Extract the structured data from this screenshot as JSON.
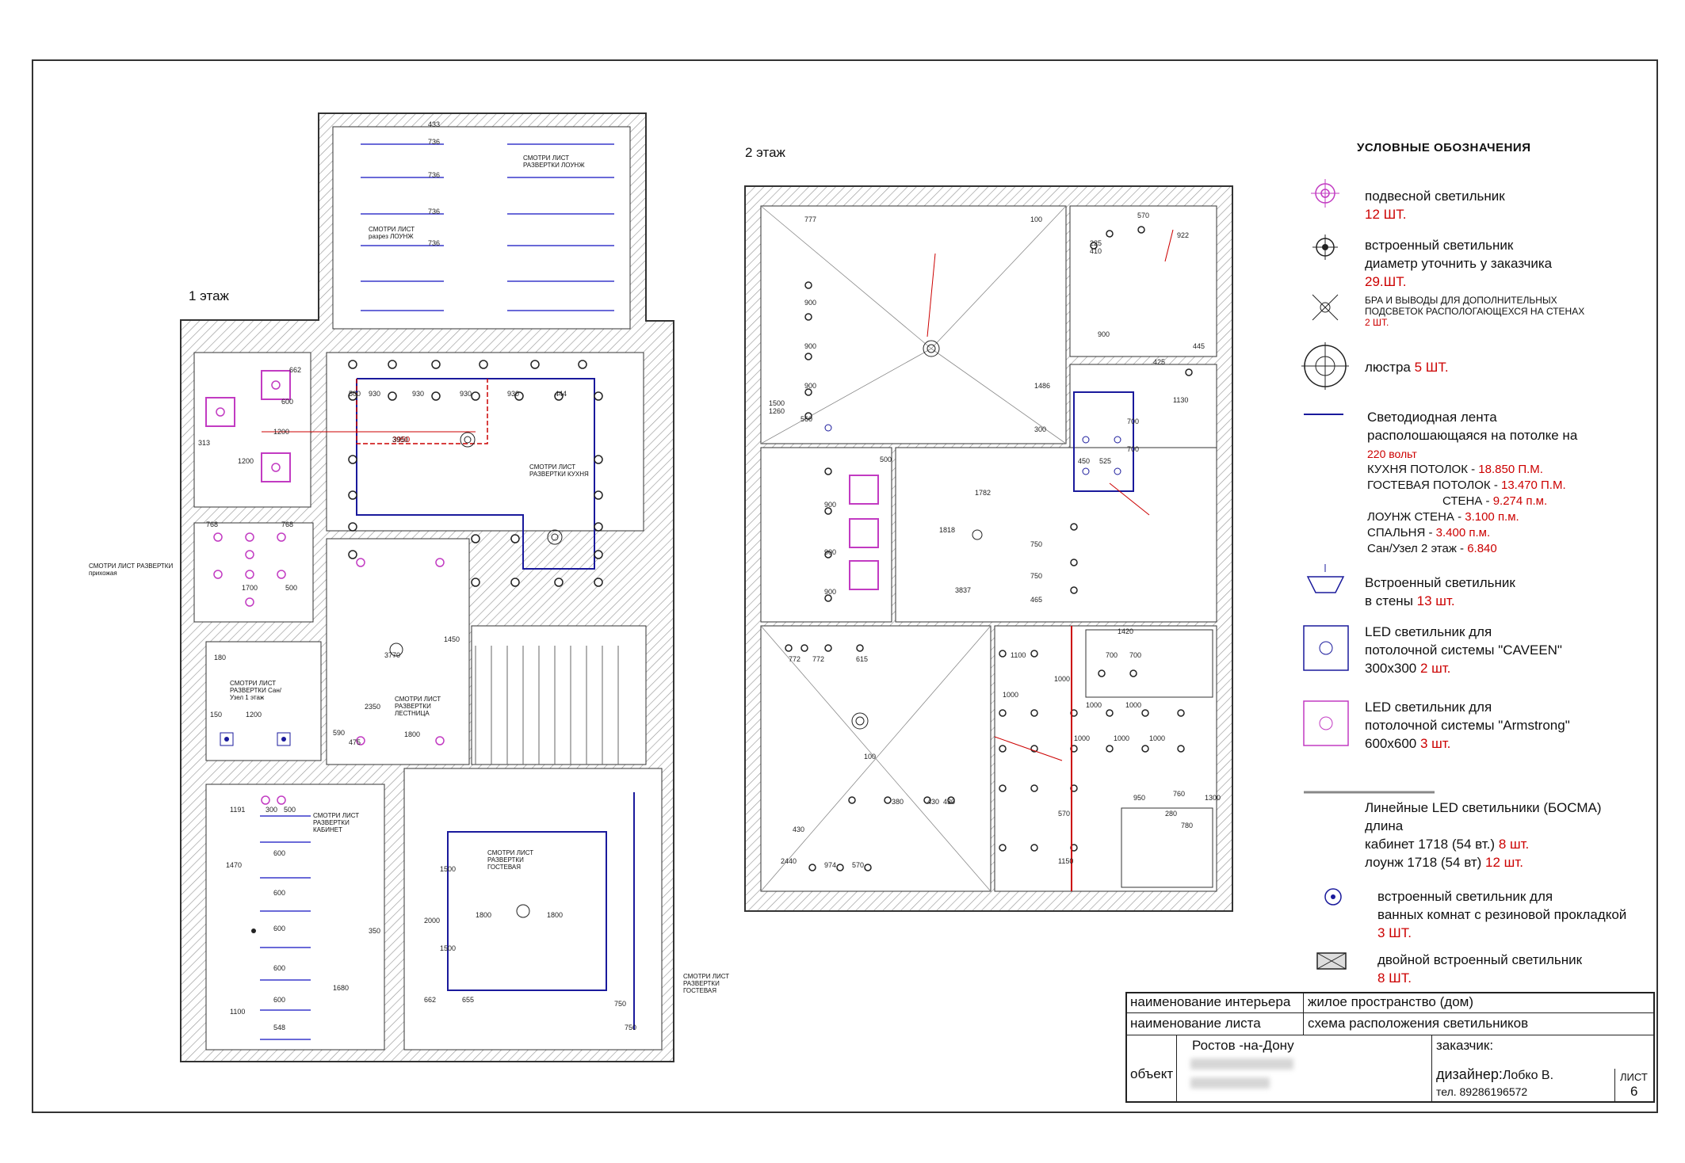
{
  "plans": {
    "floor1_label": "1 этаж",
    "floor2_label": "2 этаж"
  },
  "notes": {
    "f1_lounge": "СМОТРИ ЛИСТ РАЗВЕРТКИ ЛОУНЖ",
    "f1_lounge2": "СМОТРИ ЛИСТ разрез ЛОУНЖ",
    "f1_kitchen": "СМОТРИ ЛИСТ РАЗВЕРТКИ КУХНЯ",
    "f1_hall": "СМОТРИ ЛИСТ РАЗВЕРТКИ прихожая",
    "f1_bath": "СМОТРИ ЛИСТ РАЗВЕРТКИ Сан/Узел 1 этаж",
    "f1_stair": "СМОТРИ ЛИСТ РАЗВЕРТКИ ЛЕСТНИЦА",
    "f1_cabinet": "СМОТРИ ЛИСТ РАЗВЕРТКИ КАБИНЕТ",
    "f1_guest": "СМОТРИ ЛИСТ РАЗВЕРТКИ ГОСТЕВАЯ",
    "f1_guest2": "СМОТРИ ЛИСТ РАЗВЕРТКИ ГОСТЕВАЯ"
  },
  "dims_f1": [
    "736",
    "736",
    "736",
    "736",
    "433",
    "500",
    "930",
    "930",
    "930",
    "930",
    "444",
    "3950",
    "1200",
    "1200",
    "313",
    "662",
    "600",
    "768",
    "768",
    "1700",
    "500",
    "180",
    "1200",
    "150",
    "1450",
    "3770",
    "2350",
    "1800",
    "590",
    "475",
    "1191",
    "300",
    "500",
    "1470",
    "600",
    "600",
    "600",
    "600",
    "600",
    "548",
    "1100",
    "1680",
    "350",
    "1800",
    "1800",
    "2000",
    "1500",
    "1500",
    "655",
    "662",
    "750",
    "750"
  ],
  "dims_f2": [
    "777",
    "900",
    "900",
    "900",
    "560",
    "1500",
    "1260",
    "100",
    "225",
    "410",
    "570",
    "922",
    "900",
    "445",
    "425",
    "1486",
    "300",
    "1130",
    "450",
    "525",
    "700",
    "700",
    "500",
    "900",
    "900",
    "900",
    "1782",
    "1818",
    "3837",
    "750",
    "750",
    "465",
    "1420",
    "700",
    "700",
    "772",
    "772",
    "615",
    "1100",
    "1000",
    "1000",
    "1000",
    "1000",
    "1000",
    "1000",
    "1000",
    "100",
    "380",
    "430",
    "430",
    "430",
    "2440",
    "974",
    "570",
    "570",
    "1150",
    "950",
    "760",
    "780",
    "1300",
    "280",
    "1000"
  ],
  "legend": {
    "title": "УСЛОВНЫЕ ОБОЗНАЧЕНИЯ",
    "items": [
      {
        "text": "подвесной светильник",
        "count": "12 ШТ."
      },
      {
        "text": "встроенный светильник",
        "text2": "диаметр уточнить у заказчика",
        "count": "29.ШТ."
      },
      {
        "text": "БРА И ВЫВОДЫ ДЛЯ ДОПОЛНИТЕЛЬНЫХ",
        "text2": "ПОДСВЕТОК РАСПОЛОГАЮЩЕХСЯ НА СТЕНАХ",
        "count": "2 ШТ."
      },
      {
        "text": "люстра",
        "count": "5 ШТ."
      },
      {
        "text": "Светодиодная лента",
        "text2": "располошающаяся на потолке на",
        "count": "220 вольт"
      },
      {
        "text": "Встроенный светильник",
        "text2": "в стены",
        "count": "13 шт."
      },
      {
        "text": "LED светильник для",
        "text2": "потолочной системы \"CAVEEN\"",
        "text3": "300х300",
        "count": "2 шт."
      },
      {
        "text": "LED светильник для",
        "text2": "потолочной системы \"Armstrong\"",
        "text3": "600х600",
        "count": "3 шт."
      },
      {
        "text": "Линейные LED светильники (БОСМА)",
        "text2": "длина",
        "text3": "кабинет 1718 (54 вт.)",
        "count": "8 шт.",
        "text4": "лоунж    1718 (54 вт)",
        "count2": "12 шт."
      },
      {
        "text": "встроенный светильник для",
        "text2": "ванных комнат с резиновой прокладкой",
        "count": "3 ШТ."
      },
      {
        "text": "двойной встроенный светильник",
        "count": "8 ШТ."
      }
    ],
    "led_rows": [
      {
        "label": "КУХНЯ ПОТОЛОК -",
        "value": "18.850 П.М."
      },
      {
        "label": "ГОСТЕВАЯ ПОТОЛОК -",
        "value": "13.470 П.М."
      },
      {
        "label": "СТЕНА  -",
        "value": "9.274 п.м."
      },
      {
        "label": "ЛОУНЖ СТЕНА -",
        "value": "3.100 п.м."
      },
      {
        "label": "СПАЛЬНЯ -",
        "value": "3.400 п.м."
      },
      {
        "label": "Сан/Узел 2 этаж -",
        "value": "6.840"
      }
    ]
  },
  "title_block": {
    "interior_label": "наименование интерьера",
    "interior_value": "жилое пространство (дом)",
    "sheet_label": "наименование листа",
    "sheet_value": "схема расположения светильников",
    "object_label": "объект",
    "object_value": "Ростов -на-Дону",
    "client_label": "заказчик:",
    "designer_label": "дизайнер:",
    "designer_value": "Лобко В.",
    "phone": "тел. 89286196572",
    "sheet_no_label": "ЛИСТ",
    "sheet_no": "6"
  },
  "colors": {
    "wall_hatch": "#888888",
    "line": "#333333",
    "led_strip": "#1a1a9c",
    "pendant": "#c23bc2",
    "red": "#cc0000"
  }
}
